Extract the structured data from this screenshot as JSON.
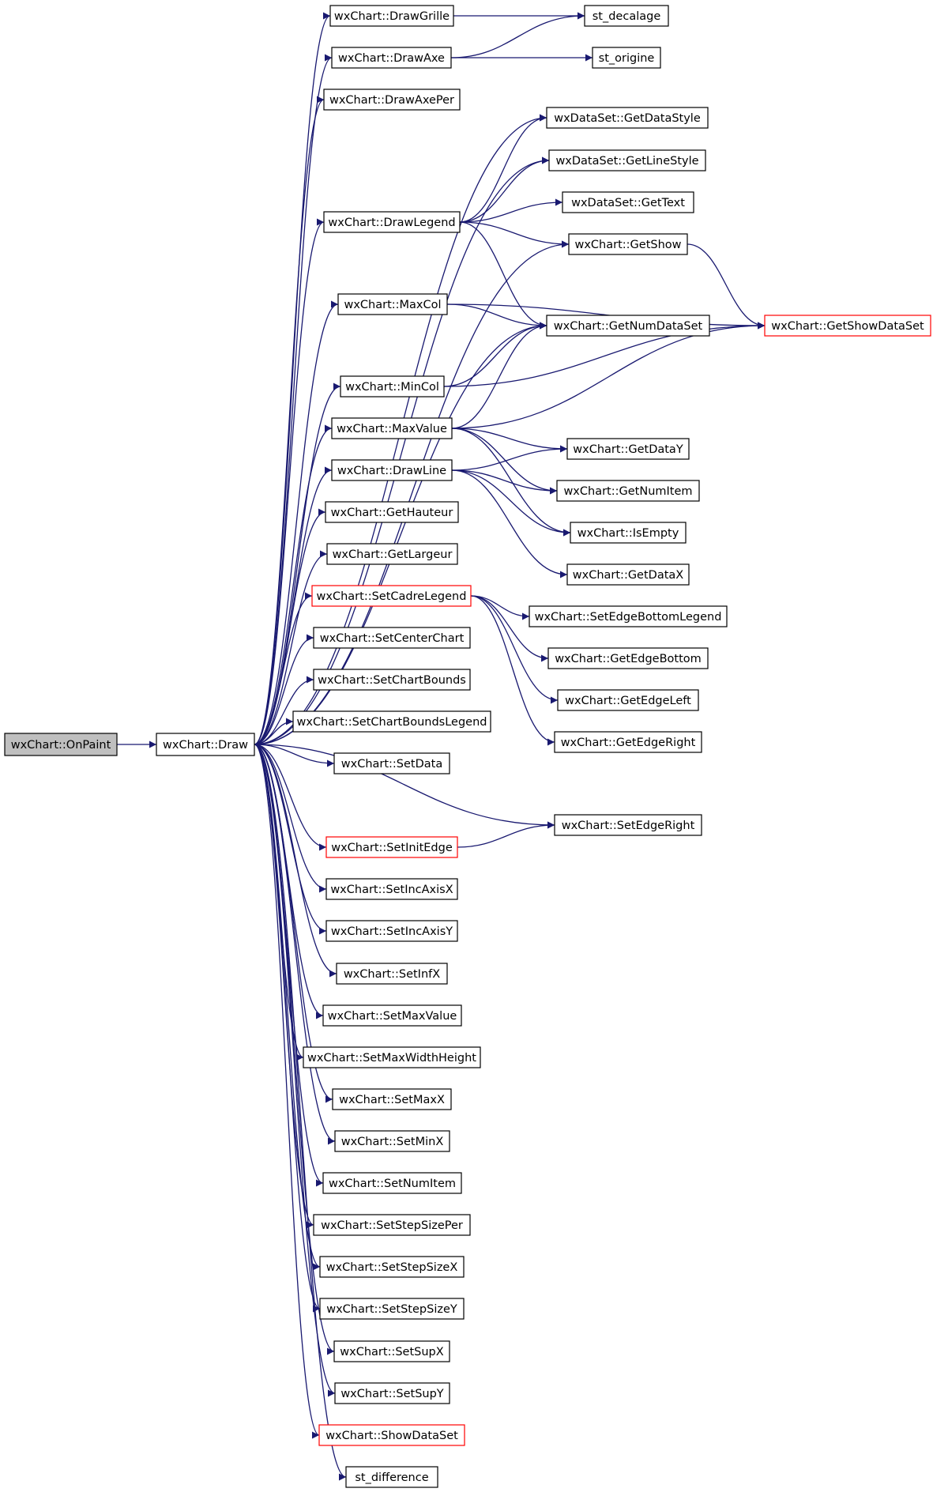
{
  "colors": {
    "edge": "#191970",
    "node_border": "#000000",
    "node_border_incomplete": "#ff0000",
    "root_fill": "#bfbfbf"
  },
  "nodes": [
    {
      "id": "onpaint",
      "label": "wxChart::OnPaint"
    },
    {
      "id": "draw",
      "label": "wxChart::Draw"
    },
    {
      "id": "drawgrille",
      "label": "wxChart::DrawGrille"
    },
    {
      "id": "drawaxe",
      "label": "wxChart::DrawAxe"
    },
    {
      "id": "drawaxeper",
      "label": "wxChart::DrawAxePer"
    },
    {
      "id": "drawlegend",
      "label": "wxChart::DrawLegend"
    },
    {
      "id": "maxcol",
      "label": "wxChart::MaxCol"
    },
    {
      "id": "mincol",
      "label": "wxChart::MinCol"
    },
    {
      "id": "maxvalue",
      "label": "wxChart::MaxValue"
    },
    {
      "id": "drawline",
      "label": "wxChart::DrawLine"
    },
    {
      "id": "gethauteur",
      "label": "wxChart::GetHauteur"
    },
    {
      "id": "getlargeur",
      "label": "wxChart::GetLargeur"
    },
    {
      "id": "setcadrelegend",
      "label": "wxChart::SetCadreLegend",
      "incomplete": true
    },
    {
      "id": "setcenterchart",
      "label": "wxChart::SetCenterChart"
    },
    {
      "id": "setchartbounds",
      "label": "wxChart::SetChartBounds"
    },
    {
      "id": "setchartboundslegend",
      "label": "wxChart::SetChartBoundsLegend"
    },
    {
      "id": "setdata",
      "label": "wxChart::SetData"
    },
    {
      "id": "setinitedge",
      "label": "wxChart::SetInitEdge",
      "incomplete": true
    },
    {
      "id": "setincaxisx",
      "label": "wxChart::SetIncAxisX"
    },
    {
      "id": "setincaxisy",
      "label": "wxChart::SetIncAxisY"
    },
    {
      "id": "setinfx",
      "label": "wxChart::SetInfX"
    },
    {
      "id": "setmaxvalue",
      "label": "wxChart::SetMaxValue"
    },
    {
      "id": "setmaxwidthheight",
      "label": "wxChart::SetMaxWidthHeight"
    },
    {
      "id": "setmaxx",
      "label": "wxChart::SetMaxX"
    },
    {
      "id": "setminx",
      "label": "wxChart::SetMinX"
    },
    {
      "id": "setnumitem",
      "label": "wxChart::SetNumItem"
    },
    {
      "id": "setstepsizeper",
      "label": "wxChart::SetStepSizePer"
    },
    {
      "id": "setstepsizex",
      "label": "wxChart::SetStepSizeX"
    },
    {
      "id": "setstepsizey",
      "label": "wxChart::SetStepSizeY"
    },
    {
      "id": "setsupx",
      "label": "wxChart::SetSupX"
    },
    {
      "id": "setsupy",
      "label": "wxChart::SetSupY"
    },
    {
      "id": "showdataset",
      "label": "wxChart::ShowDataSet",
      "incomplete": true
    },
    {
      "id": "st_difference",
      "label": "st_difference"
    },
    {
      "id": "st_decalage",
      "label": "st_decalage"
    },
    {
      "id": "st_origine",
      "label": "st_origine"
    },
    {
      "id": "getdatastyle",
      "label": "wxDataSet::GetDataStyle"
    },
    {
      "id": "getlinestyle",
      "label": "wxDataSet::GetLineStyle"
    },
    {
      "id": "gettext",
      "label": "wxDataSet::GetText"
    },
    {
      "id": "getshow",
      "label": "wxChart::GetShow"
    },
    {
      "id": "getnumdataset",
      "label": "wxChart::GetNumDataSet"
    },
    {
      "id": "getshowdataset",
      "label": "wxChart::GetShowDataSet",
      "incomplete": true
    },
    {
      "id": "getdatay",
      "label": "wxChart::GetDataY"
    },
    {
      "id": "getnumitem",
      "label": "wxChart::GetNumItem"
    },
    {
      "id": "isempty",
      "label": "wxChart::IsEmpty"
    },
    {
      "id": "getdatax",
      "label": "wxChart::GetDataX"
    },
    {
      "id": "setedgebottomlegend",
      "label": "wxChart::SetEdgeBottomLegend"
    },
    {
      "id": "getedgebottom",
      "label": "wxChart::GetEdgeBottom"
    },
    {
      "id": "getedgeleft",
      "label": "wxChart::GetEdgeLeft"
    },
    {
      "id": "getedgeright",
      "label": "wxChart::GetEdgeRight"
    },
    {
      "id": "setedgeright",
      "label": "wxChart::SetEdgeRight"
    }
  ],
  "edges": [
    [
      "onpaint",
      "draw"
    ],
    [
      "draw",
      "drawgrille"
    ],
    [
      "draw",
      "drawaxe"
    ],
    [
      "draw",
      "drawaxeper"
    ],
    [
      "draw",
      "getdatastyle"
    ],
    [
      "draw",
      "getlinestyle"
    ],
    [
      "draw",
      "drawlegend"
    ],
    [
      "draw",
      "getshow"
    ],
    [
      "draw",
      "maxcol"
    ],
    [
      "draw",
      "getnumdataset"
    ],
    [
      "draw",
      "mincol"
    ],
    [
      "draw",
      "maxvalue"
    ],
    [
      "draw",
      "drawline"
    ],
    [
      "draw",
      "gethauteur"
    ],
    [
      "draw",
      "getlargeur"
    ],
    [
      "draw",
      "setcadrelegend"
    ],
    [
      "draw",
      "setcenterchart"
    ],
    [
      "draw",
      "setchartbounds"
    ],
    [
      "draw",
      "setchartboundslegend"
    ],
    [
      "draw",
      "setdata"
    ],
    [
      "draw",
      "setedgeright"
    ],
    [
      "draw",
      "setinitedge"
    ],
    [
      "draw",
      "setincaxisx"
    ],
    [
      "draw",
      "setincaxisy"
    ],
    [
      "draw",
      "setinfx"
    ],
    [
      "draw",
      "setmaxvalue"
    ],
    [
      "draw",
      "setmaxwidthheight"
    ],
    [
      "draw",
      "setmaxx"
    ],
    [
      "draw",
      "setminx"
    ],
    [
      "draw",
      "setnumitem"
    ],
    [
      "draw",
      "setstepsizeper"
    ],
    [
      "draw",
      "setstepsizex"
    ],
    [
      "draw",
      "setstepsizey"
    ],
    [
      "draw",
      "setsupx"
    ],
    [
      "draw",
      "setsupy"
    ],
    [
      "draw",
      "showdataset"
    ],
    [
      "draw",
      "st_difference"
    ],
    [
      "drawgrille",
      "st_decalage"
    ],
    [
      "drawaxe",
      "st_decalage"
    ],
    [
      "drawaxe",
      "st_origine"
    ],
    [
      "drawlegend",
      "getdatastyle"
    ],
    [
      "drawlegend",
      "getlinestyle"
    ],
    [
      "drawlegend",
      "gettext"
    ],
    [
      "drawlegend",
      "getshow"
    ],
    [
      "drawlegend",
      "getnumdataset"
    ],
    [
      "getshow",
      "getshowdataset"
    ],
    [
      "maxcol",
      "getnumdataset"
    ],
    [
      "maxcol",
      "getshowdataset"
    ],
    [
      "mincol",
      "getnumdataset"
    ],
    [
      "mincol",
      "getshowdataset"
    ],
    [
      "maxvalue",
      "getnumdataset"
    ],
    [
      "maxvalue",
      "getshowdataset"
    ],
    [
      "maxvalue",
      "getdatay"
    ],
    [
      "maxvalue",
      "getnumitem"
    ],
    [
      "maxvalue",
      "isempty"
    ],
    [
      "drawline",
      "getdatay"
    ],
    [
      "drawline",
      "getnumitem"
    ],
    [
      "drawline",
      "isempty"
    ],
    [
      "drawline",
      "getdatax"
    ],
    [
      "setcadrelegend",
      "setedgebottomlegend"
    ],
    [
      "setcadrelegend",
      "getedgebottom"
    ],
    [
      "setcadrelegend",
      "getedgeleft"
    ],
    [
      "setcadrelegend",
      "getedgeright"
    ],
    [
      "setinitedge",
      "setedgeright"
    ]
  ]
}
